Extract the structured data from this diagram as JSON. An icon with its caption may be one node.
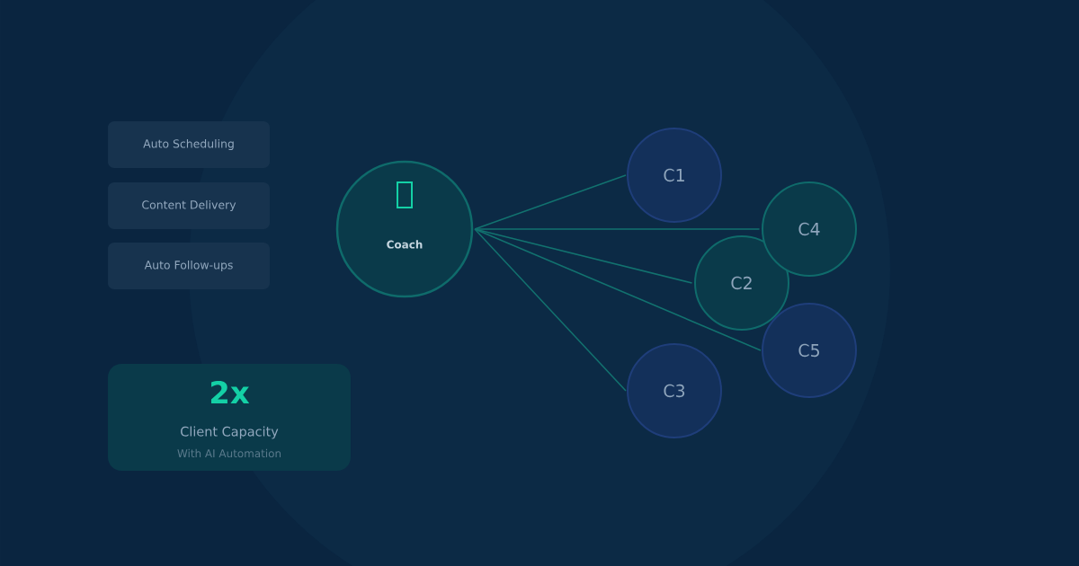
{
  "diagram": {
    "nodes": [
      {
        "text": [
          "Auto Scheduling"
        ]
      },
      {
        "text": [
          "Content Delivery"
        ]
      },
      {
        "text": [
          "Auto Follow-ups"
        ]
      },
      {
        "text": [
          "2x",
          "Client Capacity",
          "With AI Automation"
        ]
      },
      {
        "text": [
          "Coach"
        ]
      },
      {
        "text": [
          "C1"
        ]
      },
      {
        "text": [
          "C2"
        ]
      },
      {
        "text": [
          "C3"
        ]
      },
      {
        "text": [
          "C4"
        ]
      },
      {
        "text": [
          "C5"
        ]
      }
    ],
    "edges": [
      {
        "from": 4,
        "to": 5,
        "arrow": "none"
      },
      {
        "from": 4,
        "to": 6,
        "arrow": "none"
      },
      {
        "from": 4,
        "to": 7,
        "arrow": "none"
      },
      {
        "from": 4,
        "to": 8,
        "arrow": "none"
      },
      {
        "from": 4,
        "to": 9,
        "arrow": "none"
      }
    ]
  }
}
